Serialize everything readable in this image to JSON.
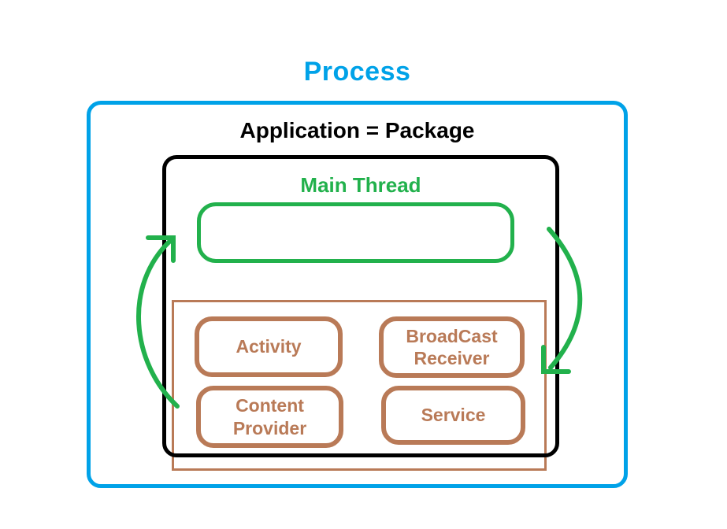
{
  "title": "Process",
  "application": {
    "label": "Application = Package"
  },
  "main_thread": {
    "label": "Main Thread"
  },
  "components": [
    {
      "label": "Activity"
    },
    {
      "label": "BroadCast Receiver"
    },
    {
      "label": "Content Provider"
    },
    {
      "label": "Service"
    }
  ],
  "icons": {
    "left_arrow": "curved-arrow-up-right-icon",
    "right_arrow": "curved-arrow-down-left-icon"
  },
  "colors": {
    "blue": "#00A2E8",
    "green": "#22B14C",
    "brown": "#B97A57",
    "black": "#000000",
    "bg": "#FFFFFF"
  }
}
